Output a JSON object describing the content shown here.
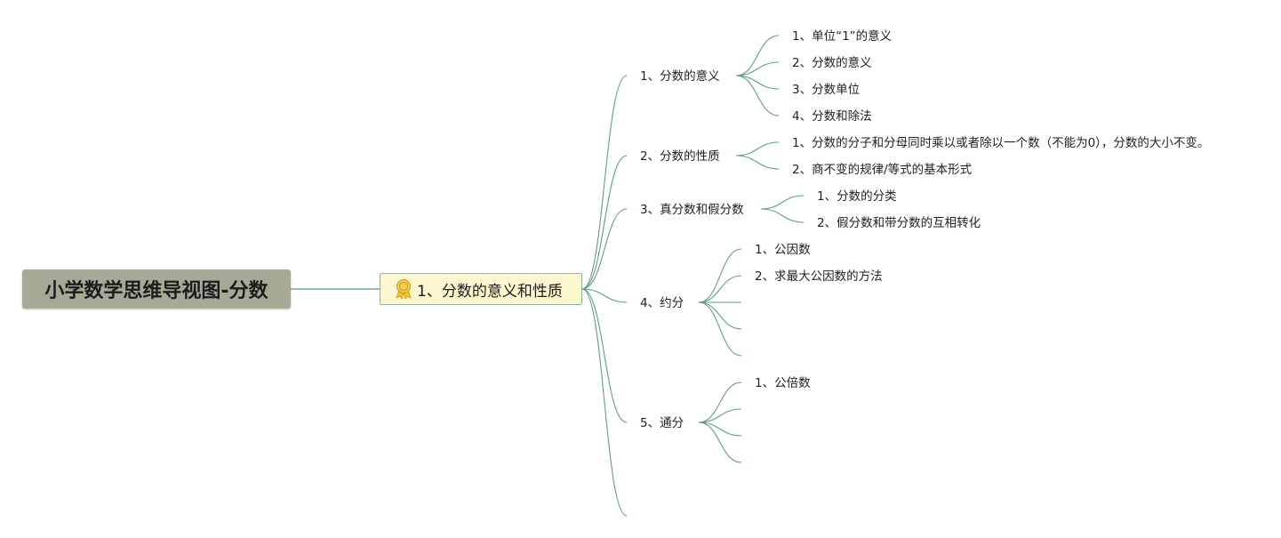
{
  "root": {
    "title": "小学数学思维导视图-分数"
  },
  "main": {
    "label": "1、分数的意义和性质",
    "icon": "award-ribbon-icon"
  },
  "branches": [
    {
      "label": "1、分数的意义",
      "children": [
        "1、单位“1”的意义",
        "2、分数的意义",
        "3、分数单位",
        "4、分数和除法"
      ]
    },
    {
      "label": "2、分数的性质",
      "children": [
        "1、分数的分子和分母同时乘以或者除以一个数（不能为0），分数的大小不变。",
        "2、商不变的规律/等式的基本形式"
      ]
    },
    {
      "label": "3、真分数和假分数",
      "children": [
        "1、分数的分类",
        "2、假分数和带分数的互相转化"
      ]
    },
    {
      "label": "4、约分",
      "children": [
        "1、公因数",
        "2、求最大公因数的方法"
      ]
    },
    {
      "label": "5、通分",
      "children": [
        "1、公倍数"
      ]
    }
  ],
  "colors": {
    "line": "#5e9f86",
    "root_fill": "#a8a896",
    "main_fill": "#fdf7cf",
    "main_border": "#86ba9f"
  }
}
